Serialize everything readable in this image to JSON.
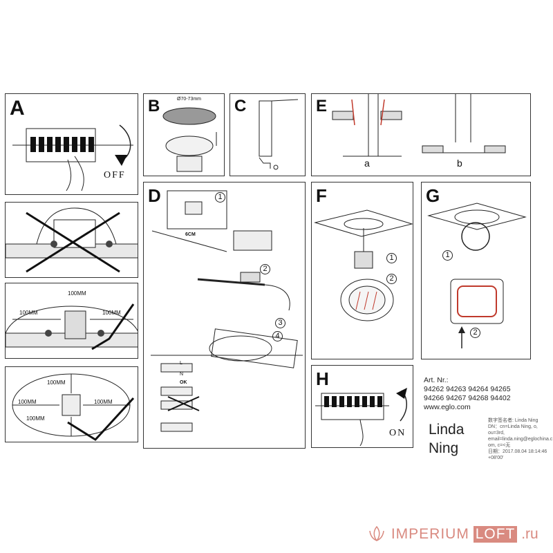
{
  "panels": {
    "A": {
      "label": "A",
      "action": "OFF"
    },
    "B": {
      "label": "B",
      "dim": "Ø70-73mm"
    },
    "C": {
      "label": "C"
    },
    "D": {
      "label": "D",
      "steps": [
        "1",
        "2",
        "3",
        "4"
      ],
      "cable": "6CM",
      "marks": {
        "l": "L",
        "n": "N",
        "ok": "OK"
      }
    },
    "E": {
      "label": "E",
      "a": "a",
      "b": "b"
    },
    "F": {
      "label": "F",
      "steps": [
        "1",
        "2"
      ]
    },
    "G": {
      "label": "G",
      "steps": [
        "1",
        "2"
      ]
    },
    "H": {
      "label": "H",
      "action": "ON"
    }
  },
  "spacing": {
    "side_1": "100MM",
    "side_2": "100MM",
    "side_3": "100MM"
  },
  "spacing2": {
    "side_1": "100MM",
    "side_2": "100MM",
    "side_3": "100MM",
    "side_4": "100MM"
  },
  "article": {
    "title": "Art. Nr.:",
    "line1": "94262 94263 94264 94265",
    "line2": "94266 94267 94268 94402",
    "website": "www.eglo.com"
  },
  "signature": {
    "first": "Linda",
    "last": "Ning",
    "d1": "数字签名者: Linda Ning",
    "d2": "DN：cn=Linda Ning, o,",
    "d3": "ou=3rd,",
    "d4": "email=linda.ning@eglochina.c",
    "d5": "om, c=<无",
    "d6": "日期：2017.08.04 18:14:46",
    "d7": "+08'00'"
  },
  "watermark": {
    "brand1": "IMPERIUM",
    "brand2": "LOFT",
    "suffix": ".ru"
  },
  "colors": {
    "line": "#222222",
    "accent_red": "#c0392b",
    "watermark_red": "#d98a80"
  },
  "icons": [
    "breaker-switch-icon",
    "hand-icon",
    "arrow-icon",
    "spring-clip-icon",
    "lamp-icon",
    "ring-icon",
    "cross-icon",
    "check-icon",
    "lotus-logo-icon"
  ]
}
